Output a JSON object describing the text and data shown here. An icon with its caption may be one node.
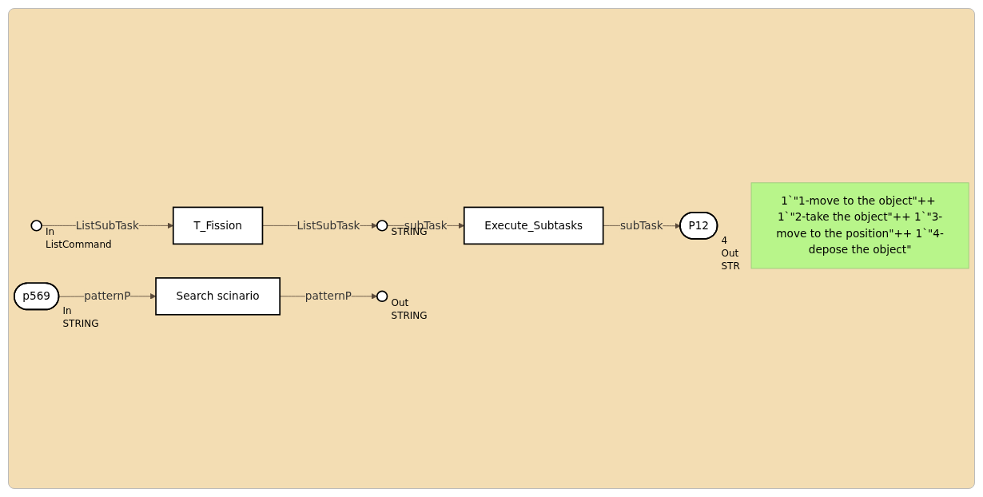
{
  "diagram": {
    "nodes": [
      {
        "text": [],
        "shape": "circle",
        "beside": [
          "In",
          "ListCommand"
        ]
      },
      {
        "text": [
          "T_Fission"
        ]
      },
      {
        "text": [],
        "shape": "circle",
        "beside": [
          "STRING"
        ]
      },
      {
        "text": [
          "Execute_Subtasks"
        ]
      },
      {
        "text": [],
        "shape": "circle",
        "beside": [
          "Out",
          "STRING"
        ]
      },
      {
        "text": [
          "P12"
        ],
        "beside": [
          "4",
          "Out",
          "STR"
        ]
      },
      {
        "text": [
          "1`\"1-move to the object\"++ 1`\"2-take the object\"++ 1`\"3-move to the position\"++ 1`\"4-depose the object\""
        ]
      },
      {
        "text": [
          "Search scinario"
        ]
      },
      {
        "text": [
          "p569"
        ],
        "beside": [
          "In",
          "STRING"
        ]
      }
    ],
    "edges": [
      {
        "from": 0,
        "to": 1,
        "arrow": "to",
        "label": "ListSubTask"
      },
      {
        "from": 1,
        "to": 2,
        "arrow": "to",
        "label": "ListSubTask"
      },
      {
        "from": 2,
        "to": 3,
        "arrow": "to",
        "label": "subTask"
      },
      {
        "from": 3,
        "to": 5,
        "arrow": "to",
        "label": "subTask"
      },
      {
        "from": 7,
        "to": 4,
        "arrow": "to",
        "label": "patternP"
      },
      {
        "from": 8,
        "to": 7,
        "arrow": "to",
        "label": "patternP"
      }
    ]
  }
}
